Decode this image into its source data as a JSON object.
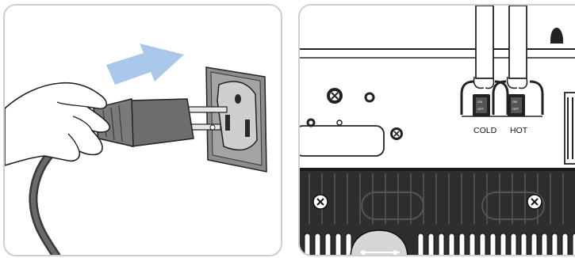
{
  "illustrations": {
    "left": {
      "icons": [
        "hand-icon",
        "plug-icon",
        "outlet-icon",
        "arrow-icon"
      ],
      "accent_color": "#a9c8ea"
    },
    "right": {
      "icons": [
        "hose-icon",
        "switch-icon",
        "screw-icon"
      ],
      "labels": {
        "cold": "COLD",
        "hot": "HOT"
      },
      "switch_on_text": "ON",
      "switch_off_text": "OFF"
    }
  }
}
